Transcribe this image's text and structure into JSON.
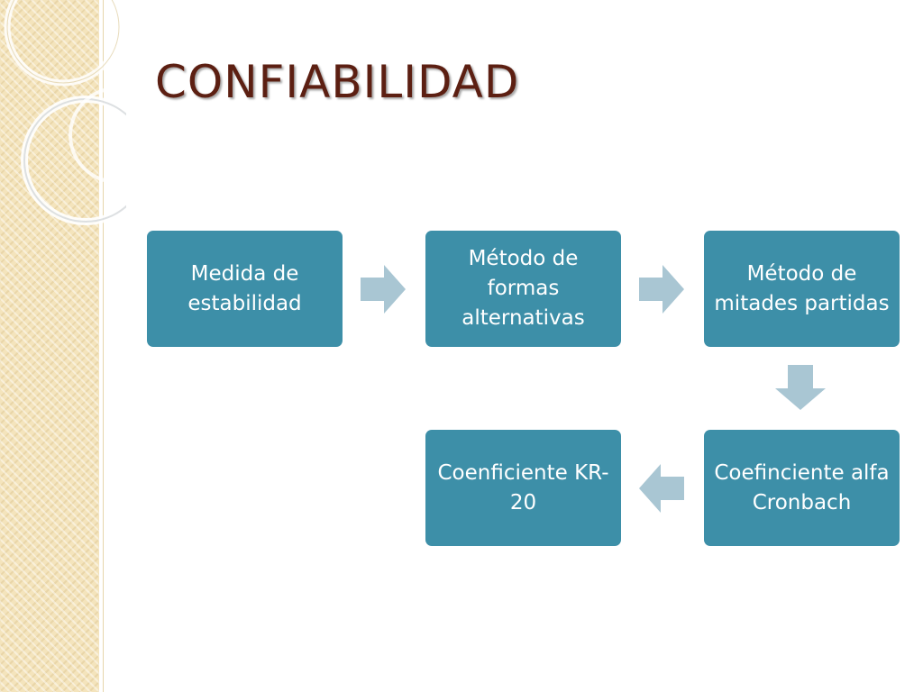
{
  "slide": {
    "title": "CONFIABILIDAD"
  },
  "steps": [
    {
      "text": "Medida de estabilidad"
    },
    {
      "text": "Método de formas alternativas"
    },
    {
      "text": "Método de mitades partidas"
    },
    {
      "text": "Coefinciente alfa Cronbach"
    },
    {
      "text": "Coenficiente KR-20"
    }
  ],
  "colors": {
    "title": "#5c1f12",
    "box_fill": "#3d8fa8",
    "box_text": "#ffffff",
    "arrow_fill": "#a9c6d3",
    "side_strip": "#f4e4bc"
  },
  "icons": {
    "decoration": "ring-decoration-icon",
    "arrow_right": "arrow-right-icon",
    "arrow_down": "arrow-down-icon",
    "arrow_left": "arrow-left-icon"
  }
}
